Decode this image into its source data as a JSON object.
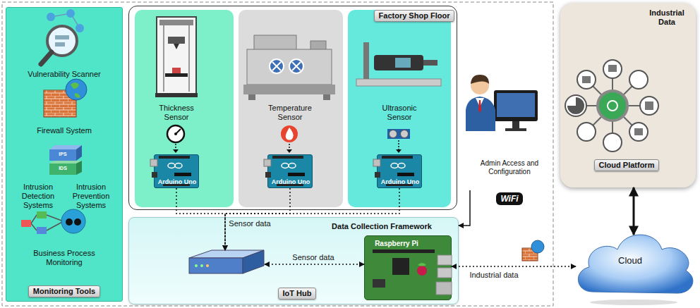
{
  "diagram": {
    "nodes": [
      {
        "text": [
          "Vulnerability Scanner",
          "Firewall System",
          "Intrusion Detection Systems",
          "Intrusion Prevention Systems",
          "Business Process Monitoring",
          "Monitoring Tools"
        ]
      },
      {
        "text": [
          "Factory Shop Floor"
        ]
      },
      {
        "text": [
          "Thickness Sensor"
        ],
        "in": 1
      },
      {
        "text": [
          "Arduino Uno"
        ],
        "in": 2
      },
      {
        "text": [
          "Temperature Sensor"
        ],
        "in": 1
      },
      {
        "text": [
          "Arduino Uno"
        ],
        "in": 4
      },
      {
        "text": [
          "Ultrasonic Sensor"
        ],
        "in": 1
      },
      {
        "text": [
          "Arduino Uno"
        ],
        "in": 6
      },
      {
        "text": [
          "Data Collection Framework"
        ]
      },
      {
        "text": [
          "IoT Hub"
        ],
        "in": 8
      },
      {
        "text": [
          "Raspberry Pi"
        ],
        "in": 8
      },
      {
        "text": [
          "Admin Access and Configuration"
        ]
      },
      {
        "text": [
          "Cloud"
        ]
      },
      {
        "text": [
          "Industrial Data",
          "Cloud Platform"
        ]
      }
    ],
    "edges": [
      {
        "from": 3,
        "to": 9,
        "arrow": "to",
        "label": "Sensor data"
      },
      {
        "from": 5,
        "to": 9,
        "arrow": "to"
      },
      {
        "from": 7,
        "to": 9,
        "arrow": "to"
      },
      {
        "from": 9,
        "to": 10,
        "arrow": "both",
        "label": "Sensor data"
      },
      {
        "from": 10,
        "to": 12,
        "arrow": "both",
        "label": "Industrial data"
      },
      {
        "from": 11,
        "to": 8,
        "arrow": "to"
      },
      {
        "from": 12,
        "to": 13,
        "arrow": "both"
      }
    ],
    "labels": [
      "IPS",
      "IDS",
      "WiFi"
    ]
  }
}
